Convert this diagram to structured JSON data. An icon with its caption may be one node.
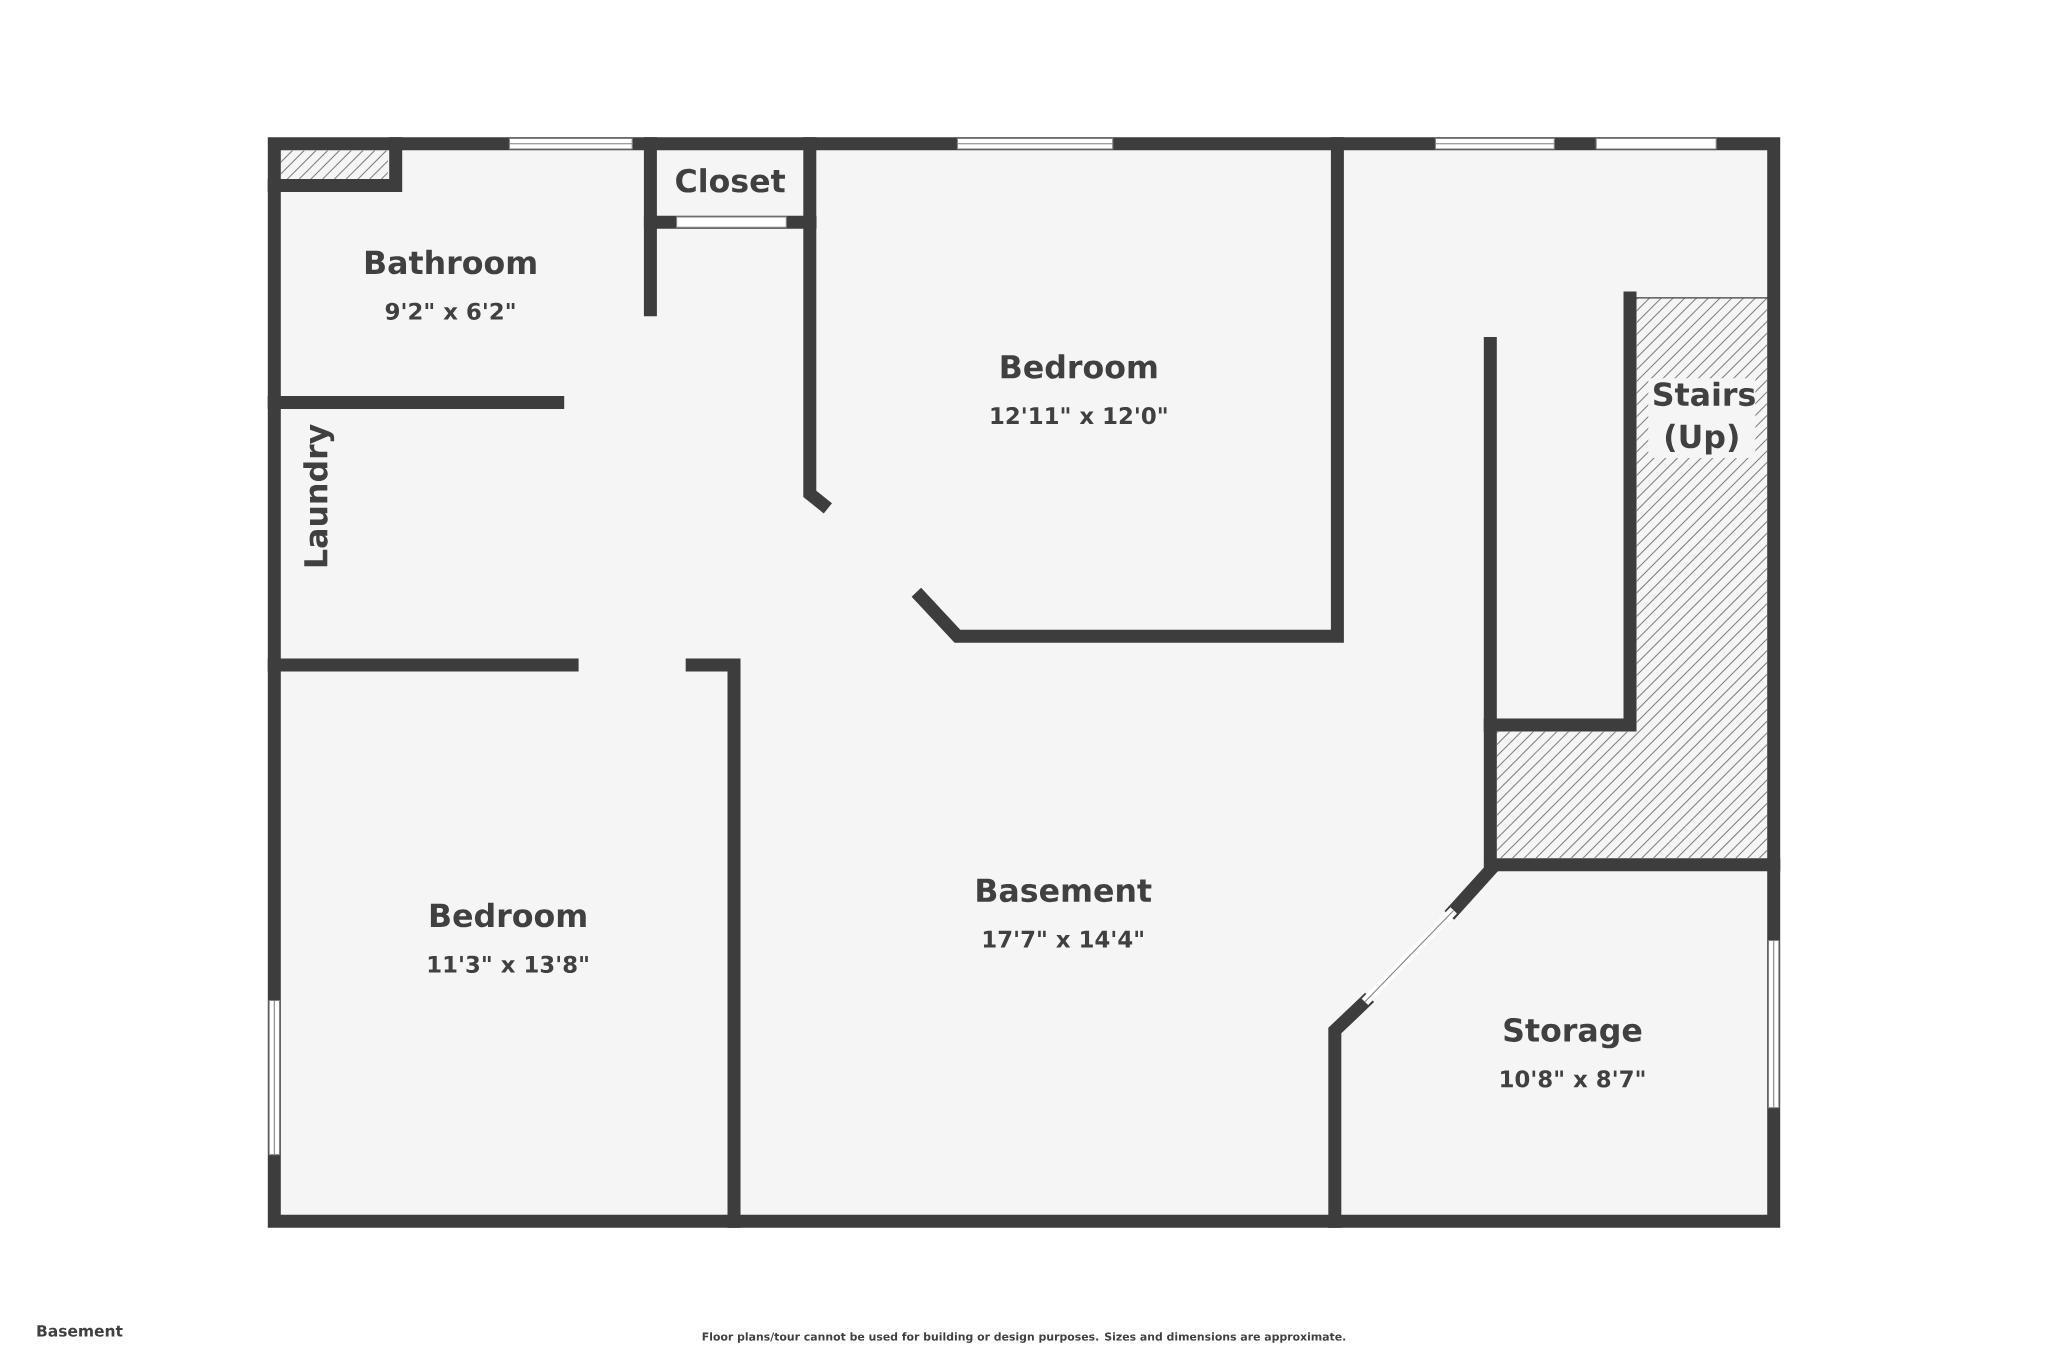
{
  "diagram": {
    "nodes": [
      {
        "text": [
          "Bathroom",
          "9'2\" x 6'2\""
        ]
      },
      {
        "text": [
          "Closet"
        ]
      },
      {
        "text": [
          "Bedroom",
          "12'11\" x 12'0\""
        ]
      },
      {
        "text": [
          "Stairs (Up)"
        ]
      },
      {
        "text": [
          "Laundry"
        ]
      },
      {
        "text": [
          "Basement",
          "17'7\" x 14'4\""
        ]
      },
      {
        "text": [
          "Bedroom",
          "11'3\" x 13'8\""
        ]
      },
      {
        "text": [
          "Storage",
          "10'8\" x 8'7\""
        ]
      }
    ],
    "labels": [
      "Basement",
      "Floor plans/tour cannot be used for building or design purposes. Sizes and dimensions are approximate."
    ]
  }
}
